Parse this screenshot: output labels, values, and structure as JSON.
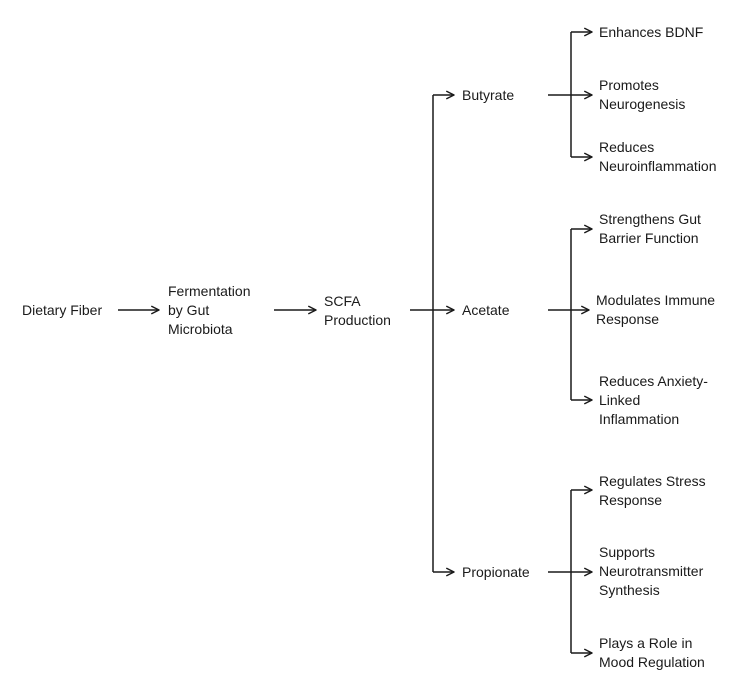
{
  "nodes": {
    "dietary_fiber": [
      "Dietary Fiber"
    ],
    "fermentation": [
      "Fermentation",
      "by Gut",
      "Microbiota"
    ],
    "scfa": [
      "SCFA",
      "Production"
    ],
    "butyrate": [
      "Butyrate"
    ],
    "acetate": [
      "Acetate"
    ],
    "propionate": [
      "Propionate"
    ],
    "enhances_bdnf": [
      "Enhances BDNF"
    ],
    "promotes_neurogenesis": [
      "Promotes",
      "Neurogenesis"
    ],
    "reduces_neuroinflammation": [
      "Reduces",
      "Neuroinflammation"
    ],
    "strengthens_gut": [
      "Strengthens Gut",
      "Barrier Function"
    ],
    "modulates_immune": [
      "Modulates Immune",
      "Response"
    ],
    "reduces_anxiety": [
      "Reduces Anxiety-",
      "Linked",
      "Inflammation"
    ],
    "regulates_stress": [
      "Regulates Stress",
      "Response"
    ],
    "supports_neuro": [
      "Supports",
      "Neurotransmitter",
      "Synthesis"
    ],
    "plays_role": [
      "Plays a Role in",
      "Mood Regulation"
    ]
  },
  "colors": {
    "line": "#1a1a1a",
    "text": "#1a1a1a",
    "background": "#ffffff"
  }
}
